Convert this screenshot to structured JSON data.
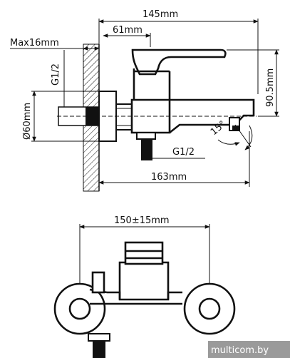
{
  "dimensions": {
    "total_length_top": "145mm",
    "spout_offset": "61mm",
    "wall_max": "Max16mm",
    "inlet_thread_left": "G1/2",
    "flange_diameter": "Ø60mm",
    "height": "90.5mm",
    "swivel_angle": "15°",
    "outlet_thread": "G1/2",
    "total_length_bottom": "163mm",
    "centers": "150±15mm"
  },
  "watermark": "multicom.by",
  "colors": {
    "line": "#111111",
    "background": "#ffffff",
    "watermark_bg": "#9a9a9a"
  }
}
